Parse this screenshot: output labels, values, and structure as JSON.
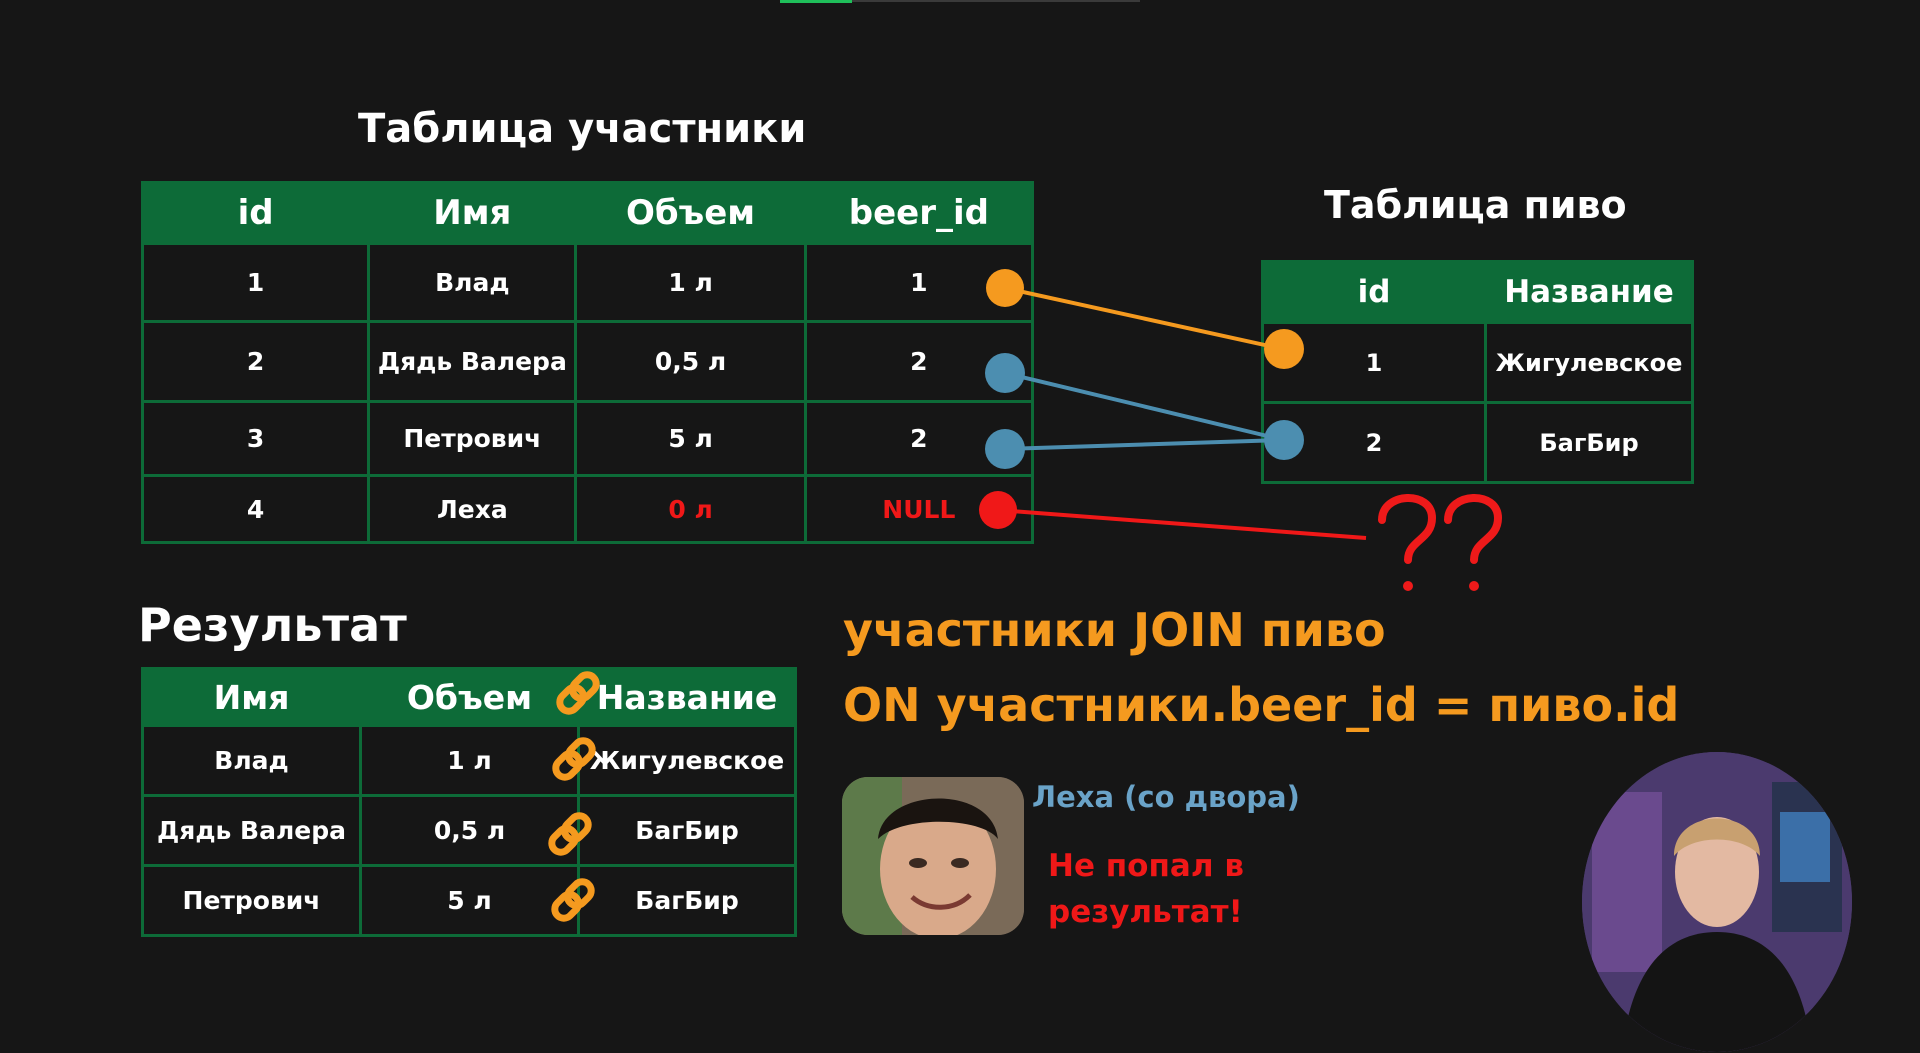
{
  "titles": {
    "members": "Таблица участники",
    "beer": "Таблица пиво",
    "result": "Результат"
  },
  "members_table": {
    "headers": [
      "id",
      "Имя",
      "Объем",
      "beer_id"
    ],
    "rows": [
      [
        "1",
        "Влад",
        "1 л",
        "1"
      ],
      [
        "2",
        "Дядь Валера",
        "0,5 л",
        "2"
      ],
      [
        "3",
        "Петрович",
        "5 л",
        "2"
      ],
      [
        "4",
        "Леха",
        "0 л",
        "NULL"
      ]
    ]
  },
  "beer_table": {
    "headers": [
      "id",
      "Название"
    ],
    "rows": [
      [
        "1",
        "Жигулевское"
      ],
      [
        "2",
        "БагБир"
      ]
    ]
  },
  "result_table": {
    "headers": [
      "Имя",
      "Объем",
      "Название"
    ],
    "rows": [
      [
        "Влад",
        "1 л",
        "Жигулевское"
      ],
      [
        "Дядь Валера",
        "0,5 л",
        "БагБир"
      ],
      [
        "Петрович",
        "5 л",
        "БагБир"
      ]
    ]
  },
  "sql": {
    "line1": "участники JOIN пиво",
    "line2": "ON участники.beer_id = пиво.id"
  },
  "annotation": {
    "name": "Леха (со двора)",
    "message": "Не попал в результат!",
    "question_marks": "??"
  },
  "icons": {
    "result_link": "link-icon",
    "connector_dot": "circle-dot",
    "unknown_match": "question-mark-icon"
  },
  "colors": {
    "table_header": "#0d6b38",
    "link_orange": "#f59a1f",
    "link_blue": "#4c8eb0",
    "null_red": "#f01818",
    "caption_blue": "#6aa3c8"
  }
}
